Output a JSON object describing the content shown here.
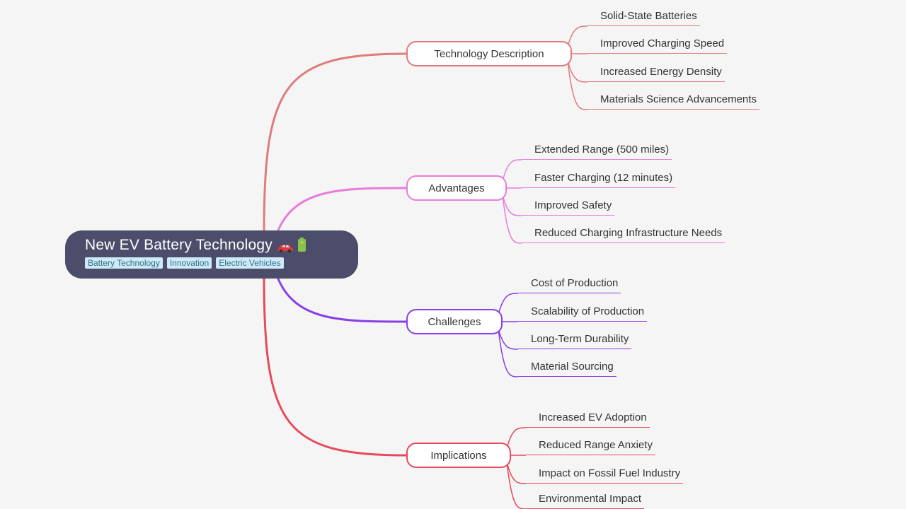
{
  "root": {
    "title": "New EV Battery Technology",
    "icons": [
      "car-icon",
      "battery-icon"
    ],
    "tags": [
      "Battery Technology",
      "Innovation",
      "Electric Vehicles"
    ]
  },
  "branches": [
    {
      "label": "Technology Description",
      "color": "#e07b7b",
      "children": [
        "Solid-State Batteries",
        "Improved Charging Speed",
        "Increased Energy Density",
        "Materials Science Advancements"
      ]
    },
    {
      "label": "Advantages",
      "color": "#e97bd8",
      "children": [
        "Extended Range (500 miles)",
        "Faster Charging (12 minutes)",
        "Improved Safety",
        "Reduced Charging Infrastructure Needs"
      ]
    },
    {
      "label": "Challenges",
      "color": "#8a3ee8",
      "children": [
        "Cost of Production",
        "Scalability of Production",
        "Long-Term Durability",
        "Material Sourcing"
      ]
    },
    {
      "label": "Implications",
      "color": "#e64a5c",
      "children": [
        "Increased EV Adoption",
        "Reduced Range Anxiety",
        "Impact on Fossil Fuel Industry",
        "Environmental Impact"
      ]
    }
  ]
}
